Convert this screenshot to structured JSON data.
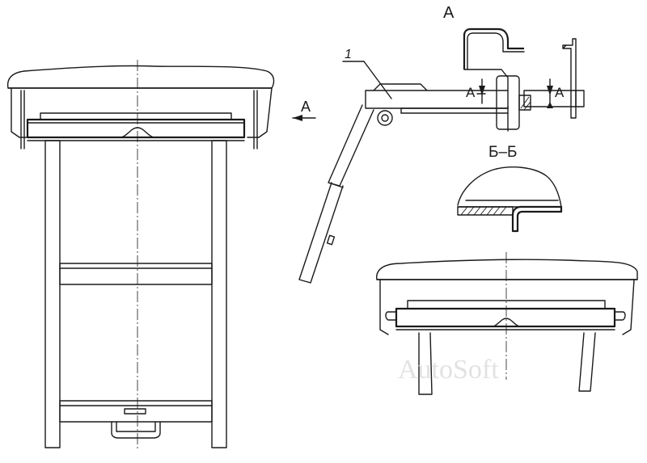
{
  "labels": {
    "view_a_title": "А",
    "view_a_arrow": "А",
    "callout_1": "1",
    "cut_left": "А",
    "cut_right": "А",
    "section_title": "Б–Б"
  },
  "watermark": "AutoSoft",
  "colors": {
    "line": "#1a1a1a",
    "background": "#ffffff",
    "watermark": "#e2e2e2"
  }
}
